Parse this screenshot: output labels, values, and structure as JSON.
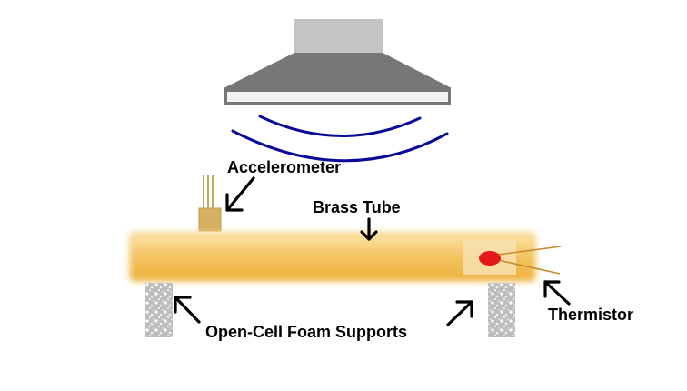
{
  "labels": {
    "accelerometer": "Accelerometer",
    "brass_tube": "Brass Tube",
    "thermistor": "Thermistor",
    "foam_supports": "Open-Cell Foam Supports"
  },
  "colors": {
    "speaker_cap": "#c4c4c4",
    "speaker_body": "#777777",
    "speaker_rim": "#f2f2f2",
    "sound_waves": "#0a0a9a",
    "tube_light": "#f8d890",
    "tube": "#efb23f",
    "accelerometer": "#d4b060",
    "foam": "#bdbdbd",
    "thermistor_bead": "#e41818",
    "thermistor_leads": "#c8892b",
    "arrows": "#000000"
  }
}
